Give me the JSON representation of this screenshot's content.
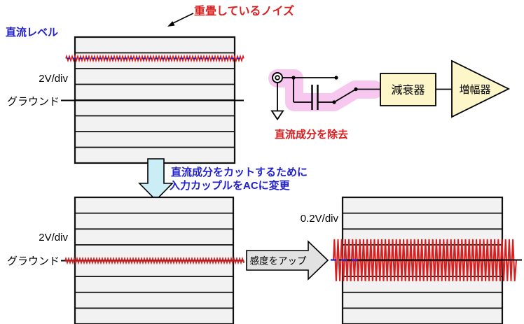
{
  "colors": {
    "red": "#D81E1E",
    "blue": "#2121CC",
    "pink_highlight": "#F7C7EF",
    "component_yellow": "#FCF6C8",
    "grid_fill": "#F2F2F2",
    "cyan_arrow": "#CBEEF6",
    "gray_arrow": "#E2E2E2"
  },
  "annotations": {
    "noise": "重畳しているノイズ",
    "dc_removed": "直流成分を除去",
    "transition_line1": "直流成分をカットするために",
    "transition_line2": "入力カップルをACに変更",
    "sensitivity": "感度をアップ"
  },
  "scopes": {
    "top_left": {
      "dc_level": "直流レベル",
      "vdiv": "2V/div",
      "ground": "グラウンド"
    },
    "bottom_left": {
      "vdiv": "2V/div",
      "ground": "グラウンド"
    },
    "bottom_right": {
      "vdiv": "0.2V/div"
    }
  },
  "circuit": {
    "attenuator": "減衰器",
    "amplifier": "増幅器"
  }
}
